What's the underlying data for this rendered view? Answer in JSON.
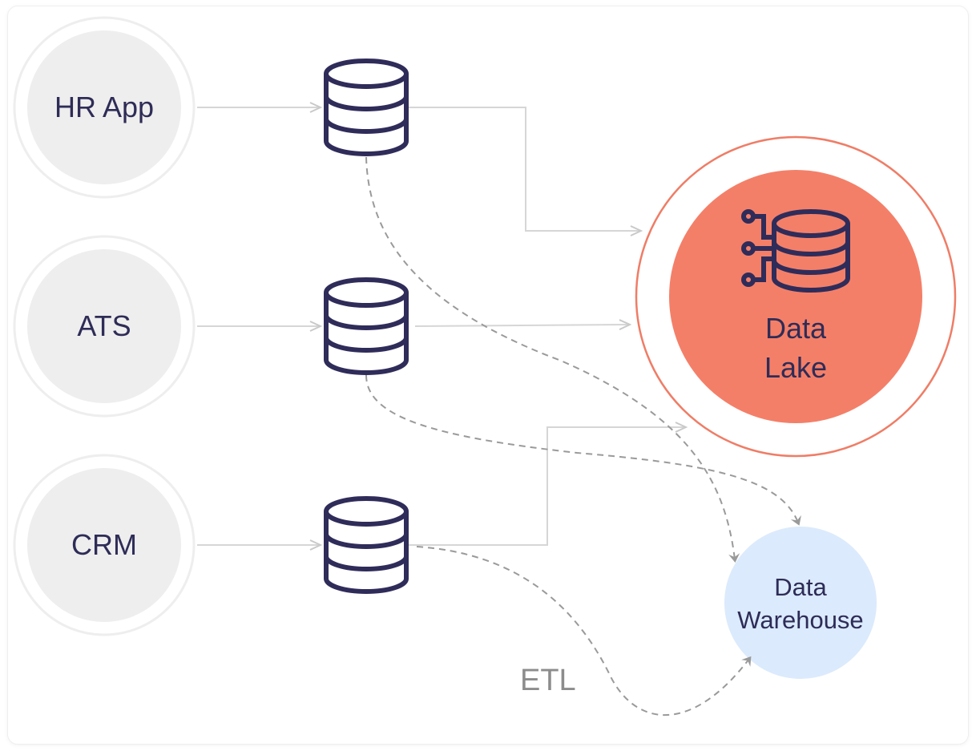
{
  "sources": [
    {
      "label": "HR App"
    },
    {
      "label": "ATS"
    },
    {
      "label": "CRM"
    }
  ],
  "data_lake": {
    "line1": "Data",
    "line2": "Lake",
    "icon": "data-lake-database-icon"
  },
  "data_warehouse": {
    "line1": "Data",
    "line2": "Warehouse"
  },
  "etl_label": "ETL",
  "icons": {
    "database": "database-cylinder-icon"
  },
  "colors": {
    "source_fill": "#eeeeee",
    "source_ring": "#eeeeee",
    "icon_stroke": "#2f2c5a",
    "lake_fill": "#f47f68",
    "lake_ring": "#ef7d66",
    "warehouse_fill": "#dbeafc",
    "solid_connector": "#d6d6d6",
    "dashed_connector": "#9a9a9a"
  }
}
